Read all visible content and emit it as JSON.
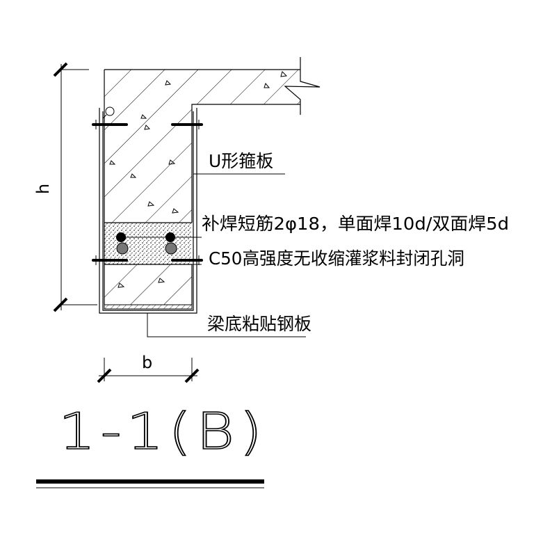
{
  "labels": {
    "u_plate": "U形箍板",
    "rebar": "补焊短筋2φ18，单面焊10d/双面焊5d",
    "grout": "C50高强度无收缩灌浆料封闭孔洞",
    "bottom_plate": "梁底粘贴钢板"
  },
  "dimensions": {
    "height": "h",
    "width": "b"
  },
  "section_title": "1-1(B)",
  "colors": {
    "line": "#000000",
    "background": "#ffffff"
  }
}
